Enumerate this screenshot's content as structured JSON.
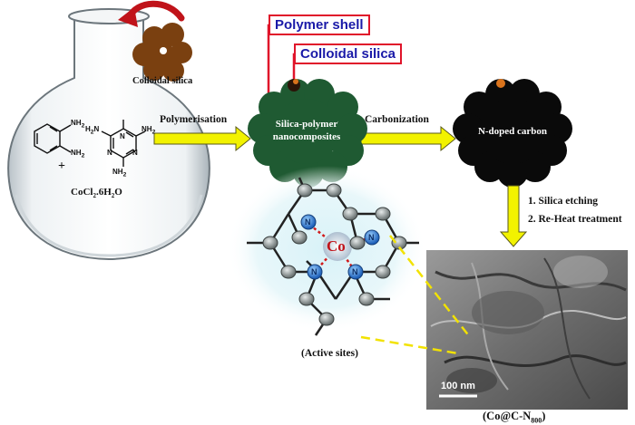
{
  "labels": {
    "polymer_shell": "Polymer shell",
    "colloidal_silica_box": "Colloidal silica",
    "colloidal_silica": "Colloidal silica",
    "polymerisation": "Polymerisation",
    "silica_polymer_line1": "Silica-polymer",
    "silica_polymer_line2": "nanocomposites",
    "carbonization": "Carbonization",
    "n_doped_carbon": "N-doped carbon",
    "step1": "1. Silica etching",
    "step2": "2. Re-Heat treatment",
    "active_sites": "(Active sites)",
    "cocl2": "CoCl",
    "cocl2_sub": "2",
    "cocl2_rest": ".6H",
    "cocl2_sub2": "2",
    "cocl2_end": "O",
    "product_prefix": "(Co@C-N",
    "product_sub": "800",
    "product_suffix": ")",
    "scale_bar": "100 nm",
    "plus": "+",
    "nh2": "NH",
    "nh2_sub": "2",
    "h2n": "H",
    "h2n_sub": "2",
    "h2n_end": "N",
    "ring_n": "N",
    "co_atom": "Co"
  },
  "colors": {
    "arrow_fill": "#f2f200",
    "box_border": "#e0142a",
    "box_text": "#1a1aa8",
    "composite_green": "#1f5a32",
    "carbon_black": "#0a0a0a",
    "silica_brown": "#7a4010",
    "co_red": "#c0131a",
    "n_blue": "#2a6fd6"
  }
}
